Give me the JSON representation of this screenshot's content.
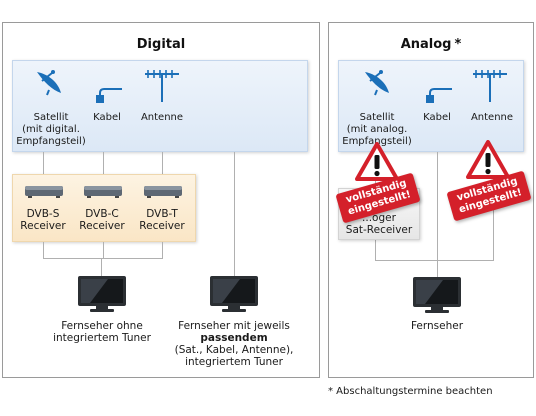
{
  "digital": {
    "title": "Digital",
    "sources": {
      "satellite": "Satellit\n(mit digital.\nEmpfangsteil)",
      "cable": "Kabel",
      "antenna": "Antenne"
    },
    "receivers": [
      "DVB-S\nReceiver",
      "DVB-C\nReceiver",
      "DVB-T\nReceiver"
    ],
    "tv_without_tuner": "Fernseher ohne\nintegriertem Tuner",
    "tv_with_tuner_prefix": "Fernseher mit jeweils",
    "tv_with_tuner_bold": "passendem",
    "tv_with_tuner_suffix": "(Sat., Kabel, Antenne),\nintegriertem Tuner"
  },
  "analog": {
    "title": "Analog",
    "title_marker": "*",
    "sources": {
      "satellite": "Satellit\n(mit analog.\nEmpfangsteil)",
      "cable": "Kabel",
      "antenna": "Antenne"
    },
    "receiver": "...oger\nSat-Receiver",
    "tv": "Fernseher",
    "warning_sign": "vollständig\neingestellt!"
  },
  "footnote": "* Abschaltungstermine beachten",
  "icons": [
    "satellite-dish-icon",
    "cable-plug-icon",
    "antenna-icon",
    "receiver-box-icon",
    "tv-monitor-icon",
    "warning-icon"
  ],
  "colors": {
    "source_box": "#dce8f6",
    "receiver_box": "#fae6c6",
    "warning_red": "#d4202a",
    "icon_blue": "#1b6fb8"
  }
}
